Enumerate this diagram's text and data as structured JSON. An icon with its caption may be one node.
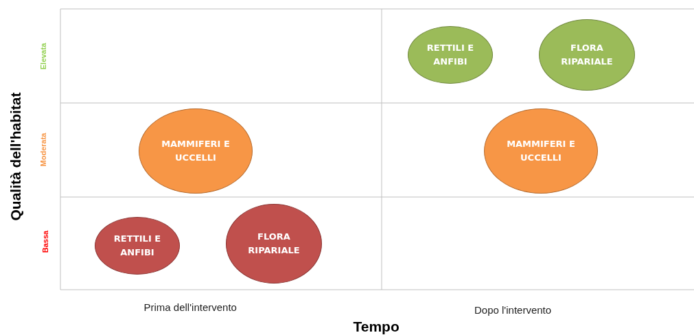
{
  "diagram": {
    "nodes": [
      {
        "text": [
          "RETTILI E ANFIBI"
        ]
      },
      {
        "text": [
          "FLORA RIPARIALE"
        ]
      },
      {
        "text": [
          "MAMMIFERI E UCCELLI"
        ]
      },
      {
        "text": [
          "MAMMIFERI E UCCELLI"
        ]
      },
      {
        "text": [
          "RETTILI E ANFIBI"
        ]
      },
      {
        "text": [
          "FLORA RIPARIALE"
        ]
      }
    ],
    "edges": [],
    "labels": [
      "Elevata",
      "Qualità dell'habitat",
      "Moderata",
      "Bassa",
      "Prima dell'intervento",
      "Dopo l'intervento",
      "Tempo"
    ]
  }
}
